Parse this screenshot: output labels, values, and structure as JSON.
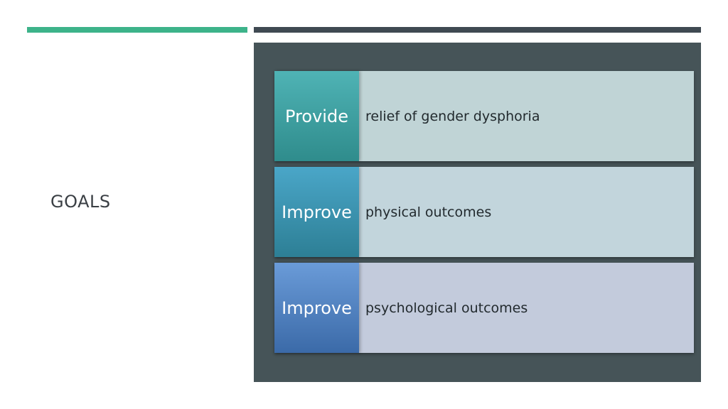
{
  "slide": {
    "title": "GOALS"
  },
  "goals": [
    {
      "verb": "Provide",
      "description": "relief of gender dysphoria"
    },
    {
      "verb": "Improve",
      "description": "physical outcomes"
    },
    {
      "verb": "Improve",
      "description": "psychological outcomes"
    }
  ],
  "colors": {
    "accent_green": "#3db38a",
    "accent_dark": "#3f4a52",
    "panel_background": "#465458"
  }
}
